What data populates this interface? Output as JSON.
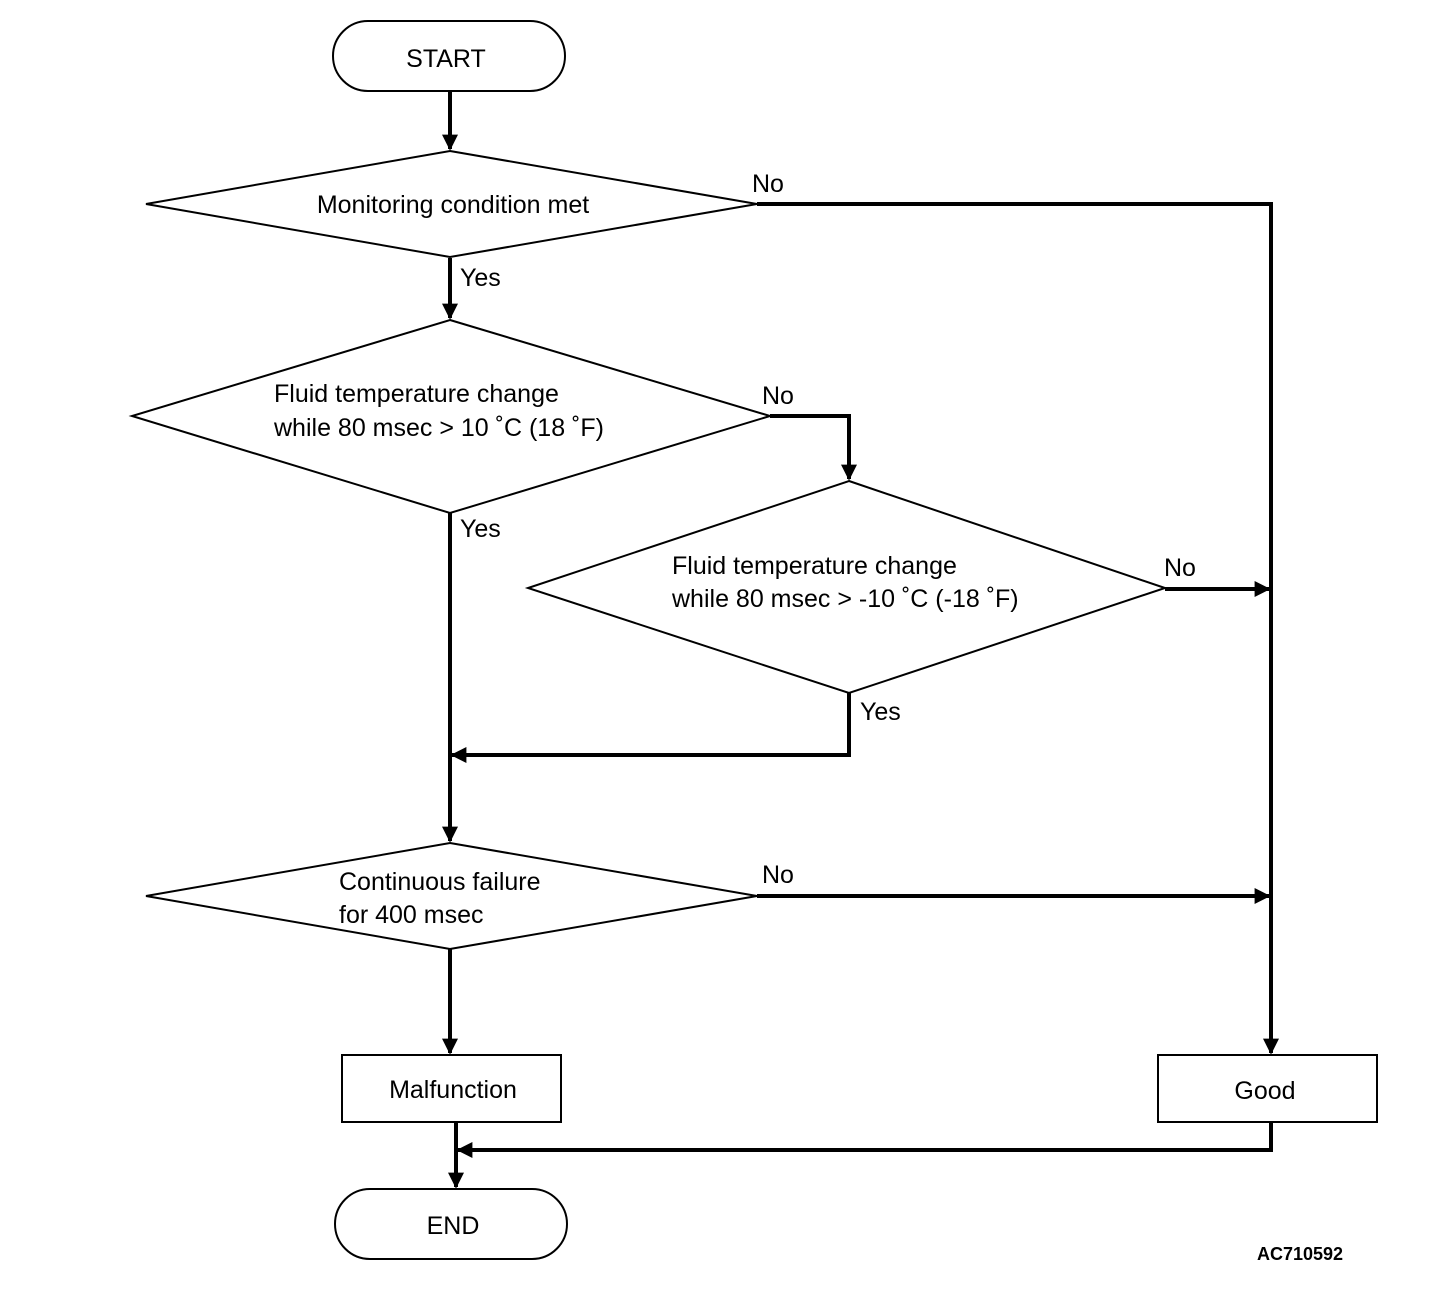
{
  "start": "START",
  "end": "END",
  "decision_monitoring": "Monitoring condition met",
  "decision_fluid_pos": {
    "line1": "Fluid temperature change",
    "line2": "while 80 msec > 10 ˚C (18 ˚F)"
  },
  "decision_fluid_neg": {
    "line1": "Fluid temperature change",
    "line2": "while 80 msec > -10 ˚C (-18 ˚F)"
  },
  "decision_continuous": {
    "line1": "Continuous failure",
    "line2": "for 400 msec"
  },
  "box_malfunction": "Malfunction",
  "box_good": "Good",
  "labels": {
    "yes": "Yes",
    "no": "No"
  },
  "figure_id": "AC710592"
}
